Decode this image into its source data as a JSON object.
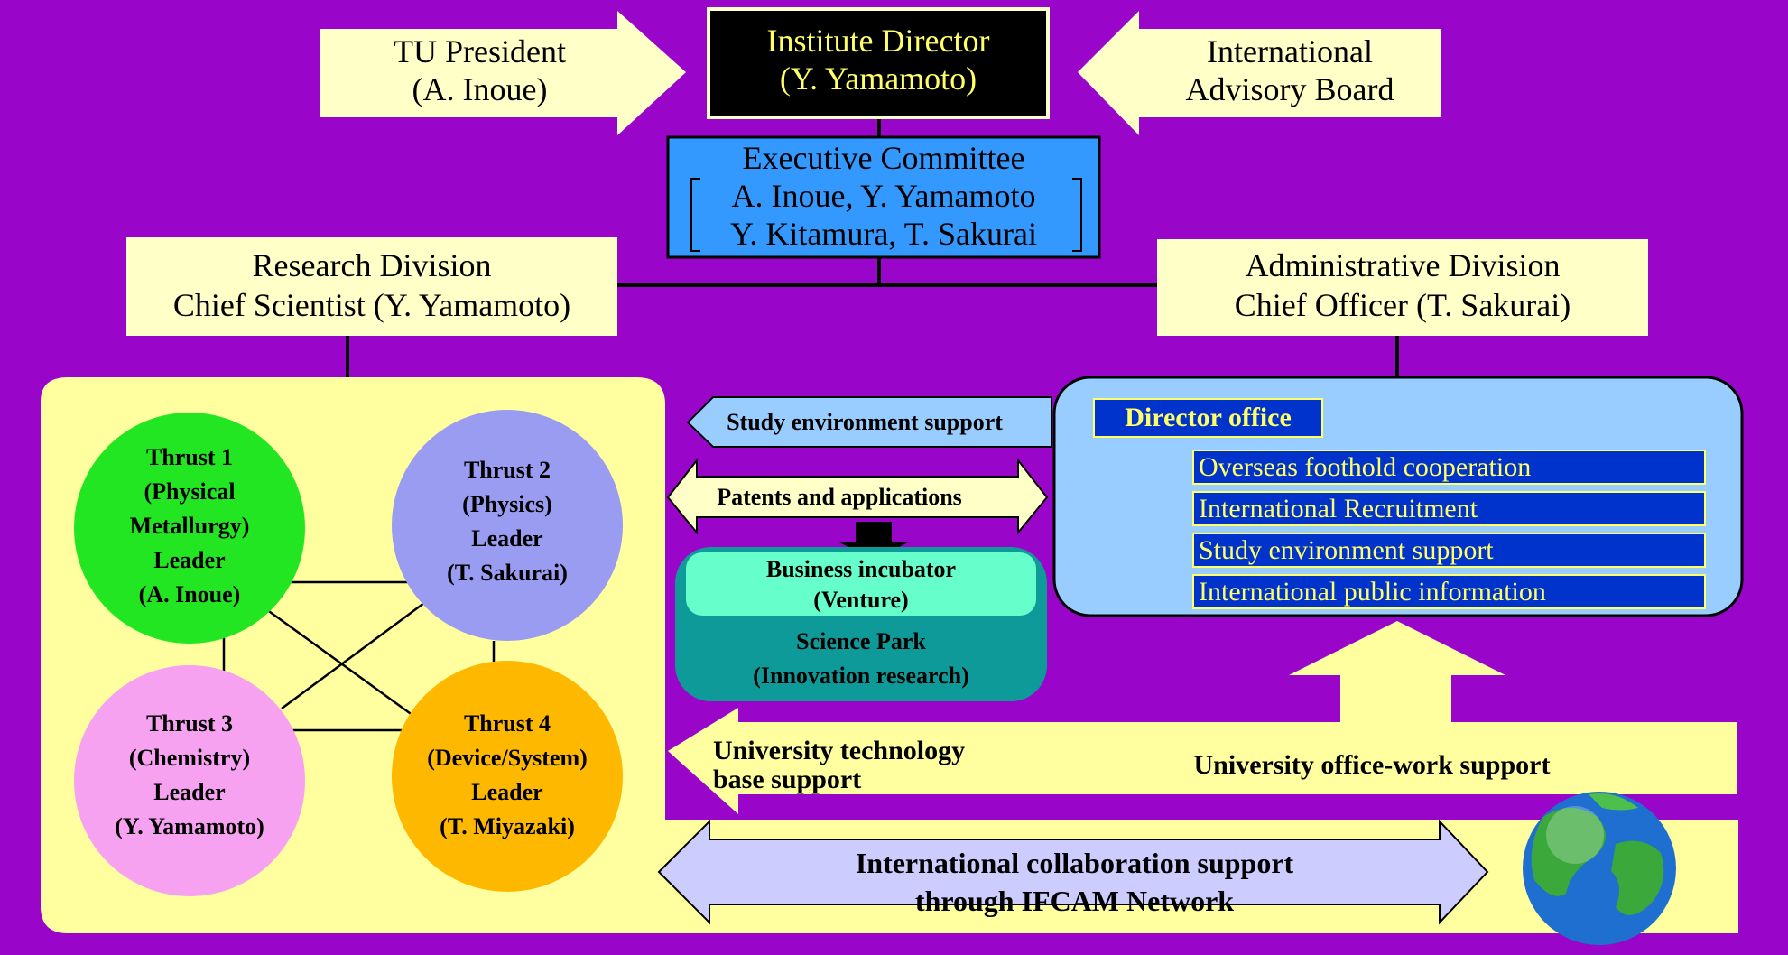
{
  "top": {
    "tu_president": [
      "TU President",
      "(A. Inoue)"
    ],
    "institute_director": [
      "Institute Director",
      "(Y. Yamamoto)"
    ],
    "advisory_board": [
      "International",
      "Advisory Board"
    ]
  },
  "executive_committee": {
    "title": "Executive Committee",
    "members": [
      "A. Inoue, Y. Yamamoto",
      "Y. Kitamura, T. Sakurai"
    ]
  },
  "research_division": [
    "Research Division",
    "Chief Scientist (Y. Yamamoto)"
  ],
  "administrative_division": [
    "Administrative Division",
    "Chief Officer (T. Sakurai)"
  ],
  "thrusts": [
    {
      "lines": [
        "Thrust 1",
        "(Physical",
        "Metallurgy)",
        "Leader",
        "(A. Inoue)"
      ],
      "color": "#22e622"
    },
    {
      "lines": [
        "Thrust 2",
        "(Physics)",
        "Leader",
        "(T. Sakurai)"
      ],
      "color": "#9a9cf2"
    },
    {
      "lines": [
        "Thrust 3",
        "(Chemistry)",
        "Leader",
        "(Y. Yamamoto)"
      ],
      "color": "#f7a2f0"
    },
    {
      "lines": [
        "Thrust 4",
        "(Device/System)",
        "Leader",
        "(T. Miyazaki)"
      ],
      "color": "#ffb800"
    }
  ],
  "middle": {
    "study_env_support": "Study environment support",
    "patents": "Patents and applications",
    "business_incubator": [
      "Business incubator",
      "(Venture)"
    ],
    "science_park": [
      "Science Park",
      "(Innovation research)"
    ]
  },
  "director_office": {
    "title": "Director office",
    "items": [
      "Overseas foothold cooperation",
      "International Recruitment",
      "Study environment support",
      "International public information"
    ]
  },
  "bottom": {
    "tech_base_support": [
      "University technology",
      "base support"
    ],
    "office_work_support": "University office-work support",
    "international_collab": [
      "International collaboration support",
      "through IFCAM Network"
    ]
  },
  "colors": {
    "background": "#9a06c9",
    "pale_yellow": "#ffffc8",
    "director_box": "#000000",
    "director_text": "#ffff66",
    "exec_committee": "#3399ff",
    "admin_panel": "#99ccff",
    "office_items": "#0033cc",
    "science_park": "#0f9a9a",
    "incubator": "#66ffcc",
    "collab_arrow": "#ccccff",
    "study_arrow": "#99ccff"
  }
}
